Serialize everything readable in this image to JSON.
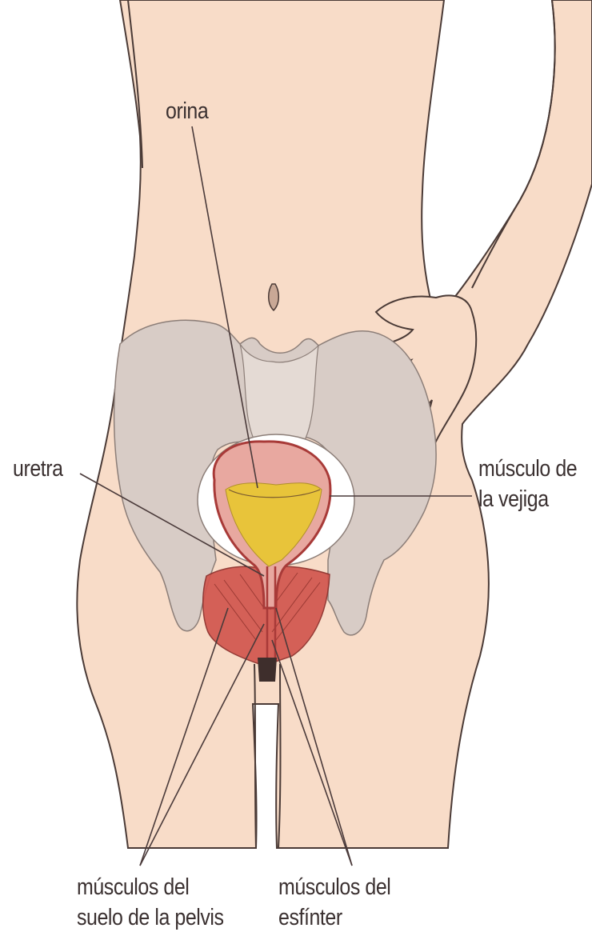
{
  "labels": {
    "orina": "orina",
    "uretra": "uretra",
    "musculo_vejiga": [
      "músculo de",
      "la vejiga"
    ],
    "suelo_pelvis": [
      "músculos del",
      "suelo de la pelvis"
    ],
    "esfinter": [
      "músculos del",
      "esfínter"
    ]
  },
  "colors": {
    "skin": "#f8dcc8",
    "skin_outline": "#4a3a36",
    "bone": "#d8ccc6",
    "bladder_wall": "#c84a4a",
    "urine": "#e8c43a",
    "muscle": "#d2564e",
    "leader_line": "#4a3a3a"
  }
}
